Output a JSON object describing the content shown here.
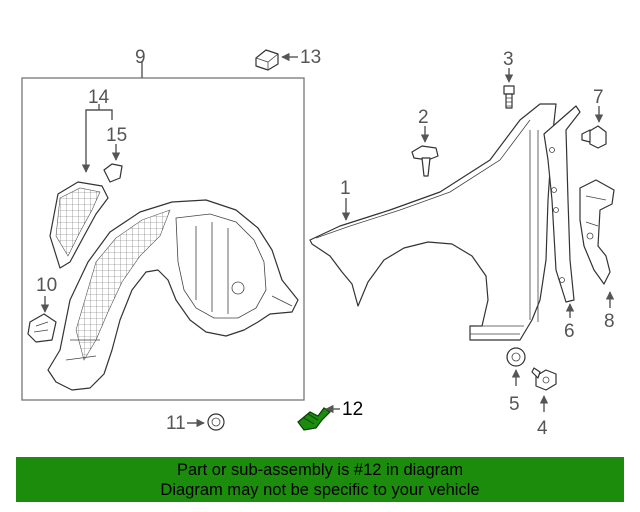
{
  "diagram": {
    "callouts": [
      "1",
      "2",
      "3",
      "4",
      "5",
      "6",
      "7",
      "8",
      "9",
      "10",
      "11",
      "12",
      "13",
      "14",
      "15"
    ],
    "highlight_callout": "12",
    "highlight_color": "#1c8c0c",
    "banner_color": "#1c8c0c"
  },
  "banner": {
    "line1": "Part or sub-assembly is #12 in diagram",
    "line2": "Diagram may not be specific to your vehicle"
  }
}
